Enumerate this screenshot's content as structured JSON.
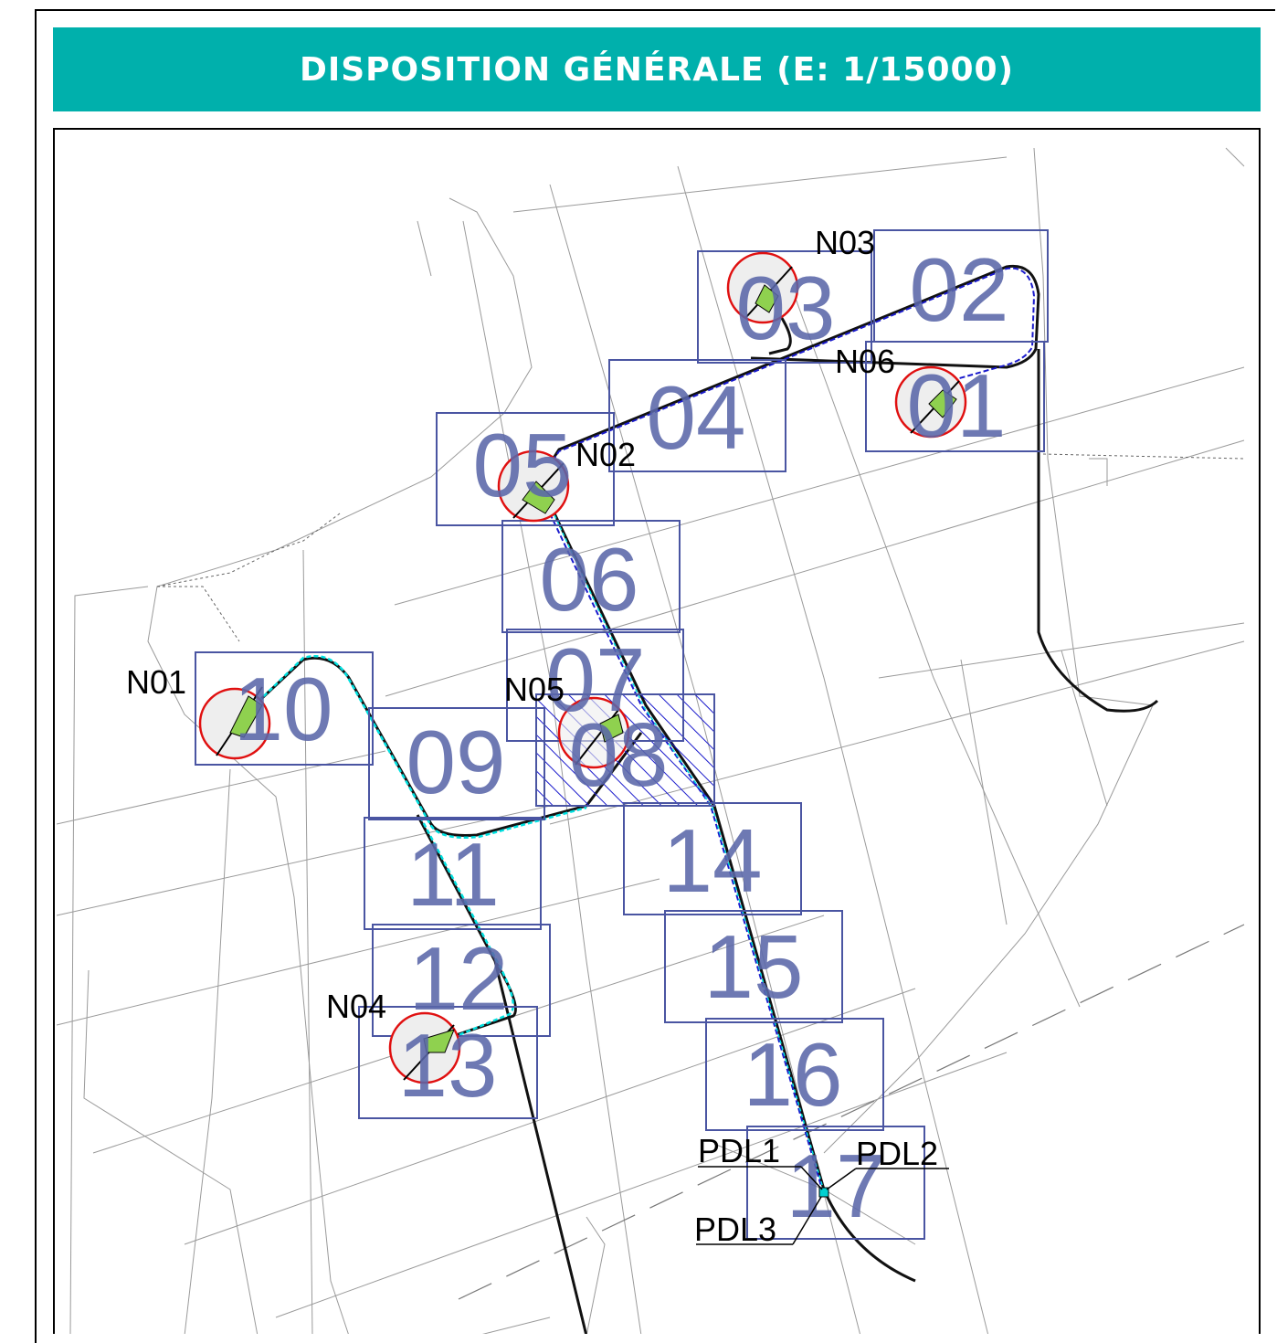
{
  "title": "DISPOSITION GÉNÉRALE (E: 1/15000)",
  "colors": {
    "title_bg": "#00b0ac",
    "title_text": "#ffffff",
    "tile_frame": "#4a55a2",
    "tile_number": "#5a67a9",
    "turbine_circle": "#e01010",
    "platform": "#8fd14f",
    "hatch": "#1a1acc",
    "cable_route": "#1a1acc",
    "access_road": "#111111"
  },
  "tiles": [
    "01",
    "02",
    "03",
    "04",
    "05",
    "06",
    "07",
    "08",
    "09",
    "10",
    "11",
    "12",
    "13",
    "14",
    "15",
    "16",
    "17"
  ],
  "turbines": [
    "N01",
    "N02",
    "N03",
    "N04",
    "N05",
    "N06"
  ],
  "delivery_stations": [
    "PDL1",
    "PDL2",
    "PDL3"
  ]
}
